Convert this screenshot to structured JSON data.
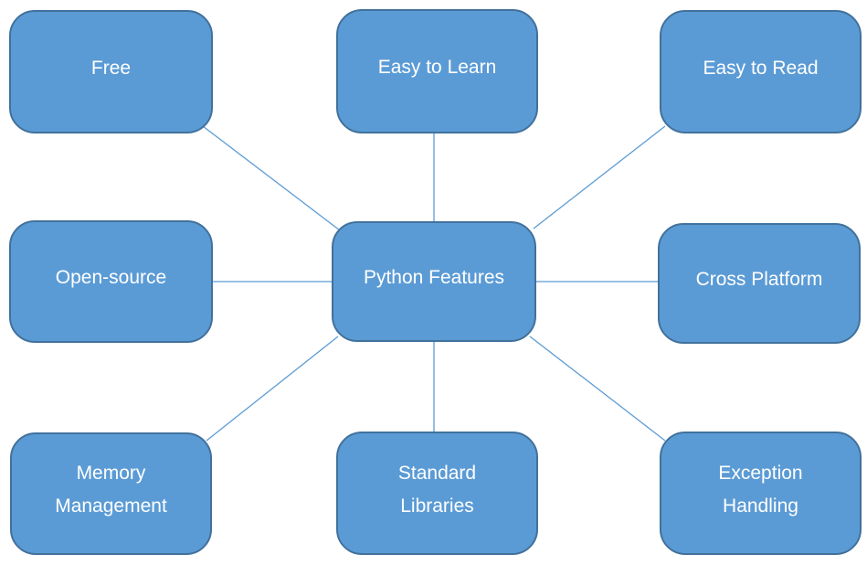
{
  "diagram": {
    "center": {
      "label": "Python Features"
    },
    "nodes": [
      {
        "label": "Free"
      },
      {
        "label": "Easy to Learn"
      },
      {
        "label": "Easy to Read"
      },
      {
        "label": "Open-source"
      },
      {
        "label": "Cross Platform"
      },
      {
        "label": "Memory\nManagement"
      },
      {
        "label": "Standard\nLibraries"
      },
      {
        "label": "Exception\nHandling"
      }
    ],
    "edges": [
      {
        "from": "Python Features",
        "to": "Free"
      },
      {
        "from": "Python Features",
        "to": "Easy to Learn"
      },
      {
        "from": "Python Features",
        "to": "Easy to Read"
      },
      {
        "from": "Python Features",
        "to": "Open-source"
      },
      {
        "from": "Python Features",
        "to": "Cross Platform"
      },
      {
        "from": "Python Features",
        "to": "Memory Management"
      },
      {
        "from": "Python Features",
        "to": "Standard Libraries"
      },
      {
        "from": "Python Features",
        "to": "Exception Handling"
      }
    ]
  },
  "colors": {
    "node_fill": "#5b9bd5",
    "node_border": "#41719c",
    "connector": "#5b9bd5",
    "label_text": "#ffffff",
    "background": "#ffffff"
  }
}
